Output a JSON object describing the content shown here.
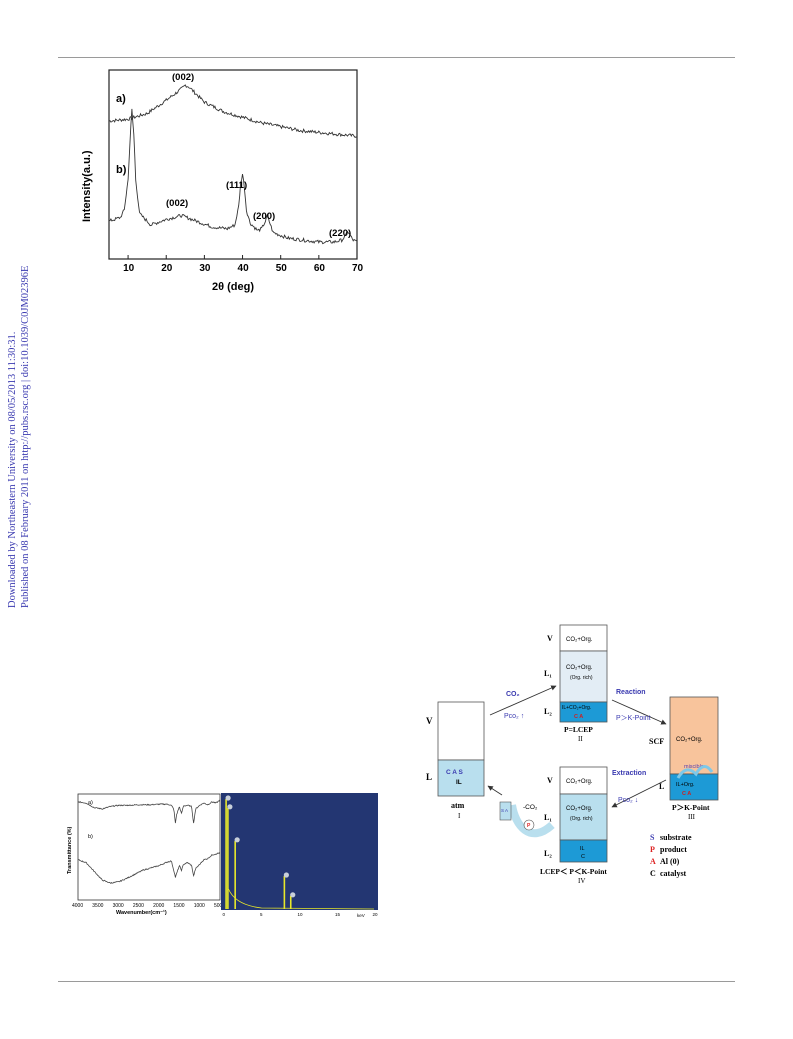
{
  "sidebar": {
    "line1": "Downloaded by Northeastern University on 08/05/2013 11:30:31.",
    "line2": "Published on 08 February 2011 on http://pubs.rsc.org | doi:10.1039/C0JM02396E"
  },
  "xrd": {
    "ylabel": "Intensity(a.u.)",
    "xlabel": "2θ (deg)",
    "xticks": [
      "10",
      "20",
      "30",
      "40",
      "50",
      "60",
      "70"
    ],
    "label_a": "a)",
    "label_b": "b)",
    "peaks": {
      "a_002": "(002)",
      "b_002": "(002)",
      "b_111": "(111)",
      "b_200": "(200)",
      "b_220": "(220)"
    }
  },
  "chart_data": [
    {
      "type": "line",
      "xlabel": "2θ (deg)",
      "ylabel": "Intensity(a.u.)",
      "xlim": [
        5,
        70
      ],
      "series": [
        {
          "name": "a)",
          "x": [
            5,
            10,
            15,
            20,
            22,
            24,
            25,
            26,
            28,
            30,
            35,
            40,
            45,
            50,
            55,
            60,
            65,
            70
          ],
          "y": [
            0.73,
            0.74,
            0.77,
            0.84,
            0.87,
            0.9,
            0.92,
            0.91,
            0.87,
            0.83,
            0.78,
            0.75,
            0.72,
            0.7,
            0.68,
            0.67,
            0.66,
            0.65
          ]
        },
        {
          "name": "b)",
          "x": [
            5,
            8,
            9,
            10,
            10.5,
            11,
            11.5,
            12,
            13,
            16,
            20,
            24,
            28,
            32,
            36,
            38,
            39,
            39.5,
            40,
            40.5,
            41,
            42,
            44,
            45,
            46,
            46.5,
            47,
            48,
            52,
            56,
            60,
            64,
            66,
            67,
            67.5,
            68,
            69,
            70
          ],
          "y": [
            0.2,
            0.22,
            0.26,
            0.42,
            0.62,
            0.79,
            0.66,
            0.42,
            0.24,
            0.18,
            0.21,
            0.23,
            0.2,
            0.17,
            0.16,
            0.18,
            0.28,
            0.4,
            0.45,
            0.38,
            0.26,
            0.19,
            0.15,
            0.16,
            0.2,
            0.23,
            0.2,
            0.14,
            0.11,
            0.1,
            0.09,
            0.09,
            0.1,
            0.12,
            0.15,
            0.13,
            0.1,
            0.09
          ]
        }
      ]
    },
    {
      "type": "line",
      "xlabel": "Wavenumber(cm⁻¹)",
      "ylabel": "Transmittance (%)",
      "xlim": [
        4000,
        500
      ],
      "series": [
        {
          "name": "a)",
          "x": [
            4000,
            3800,
            3600,
            3400,
            3200,
            3000,
            2800,
            2500,
            2200,
            2000,
            1800,
            1700,
            1640,
            1600,
            1570,
            1500,
            1450,
            1400,
            1300,
            1200,
            1150,
            1100,
            1000,
            900,
            800,
            700,
            600,
            500
          ],
          "y": [
            0.92,
            0.9,
            0.82,
            0.8,
            0.84,
            0.86,
            0.86,
            0.87,
            0.87,
            0.88,
            0.88,
            0.86,
            0.8,
            0.55,
            0.7,
            0.84,
            0.72,
            0.85,
            0.86,
            0.84,
            0.55,
            0.8,
            0.86,
            0.9,
            0.87,
            0.92,
            0.9,
            0.95
          ]
        },
        {
          "name": "b)",
          "x": [
            4000,
            3800,
            3600,
            3400,
            3200,
            3000,
            2800,
            2600,
            2400,
            2200,
            2000,
            1800,
            1700,
            1650,
            1600,
            1500,
            1450,
            1400,
            1300,
            1200,
            1150,
            1100,
            1000,
            900,
            800,
            700,
            600,
            500
          ],
          "y": [
            0.6,
            0.55,
            0.4,
            0.25,
            0.2,
            0.22,
            0.28,
            0.35,
            0.42,
            0.46,
            0.5,
            0.56,
            0.58,
            0.45,
            0.3,
            0.5,
            0.42,
            0.52,
            0.55,
            0.5,
            0.32,
            0.45,
            0.52,
            0.6,
            0.62,
            0.68,
            0.7,
            0.72
          ]
        }
      ]
    },
    {
      "type": "bar",
      "xlabel": "keV",
      "xlim": [
        0,
        20
      ],
      "xticks": [
        "0",
        "5",
        "10",
        "15",
        "20"
      ],
      "peaks_keV": [
        0.28,
        0.52,
        1.49,
        8.05,
        8.9
      ],
      "peaks_rel": [
        1.0,
        0.92,
        0.62,
        0.3,
        0.12
      ]
    }
  ],
  "scheme": {
    "boxI": {
      "V": "V",
      "L": "L",
      "content": "C  A  S",
      "il": "IL",
      "atm": "atm",
      "num": "I"
    },
    "boxII": {
      "V": "V",
      "L1": "L₁",
      "L2": "L₂",
      "top": "CO₂+Org.",
      "mid": "CO₂+Org.",
      "mid2": "(Org. rich)",
      "bot": "IL+CO₂+Org.",
      "bot2": "C  A",
      "cap": "P=LCEP",
      "num": "II"
    },
    "boxIII": {
      "SCF": "SCF",
      "L": "L",
      "top": "CO₂+Org.",
      "miscible": "miscible",
      "bot": "IL+Org.",
      "bot2": "C  A",
      "cap": "P＞K-Point",
      "num": "III"
    },
    "boxIV": {
      "V": "V",
      "L1": "L₁",
      "L2": "L₂",
      "top": "CO₂+Org.",
      "mid": "CO₂+Org.",
      "mid2": "(Org. rich)",
      "bot": "IL",
      "bot2": "C",
      "cap": "LCEP＜ P＜K-Point",
      "num": "IV"
    },
    "arrows": {
      "co2": "CO₂",
      "pco2up": "Pco₂ ↑",
      "reaction": "Reaction",
      "pk": "P＞K-Point",
      "extraction": "Extraction",
      "pco2down": "Pco₂ ↓",
      "minusco2": "-CO₂",
      "sa": "S A",
      "p": "P"
    },
    "legend": [
      {
        "k": "S",
        "v": "substrate",
        "color": "#3a3ab0"
      },
      {
        "k": "P",
        "v": "product",
        "color": "#d22"
      },
      {
        "k": "A",
        "v": "Al (0)",
        "color": "#d22"
      },
      {
        "k": "C",
        "v": "catalyst",
        "color": "#222"
      }
    ]
  },
  "colors": {
    "lightblue": "#b9dfee",
    "blue": "#1d9ad6",
    "orange": "#f8c49c",
    "darkblue": "#233672",
    "yellow": "#e8e82a"
  }
}
